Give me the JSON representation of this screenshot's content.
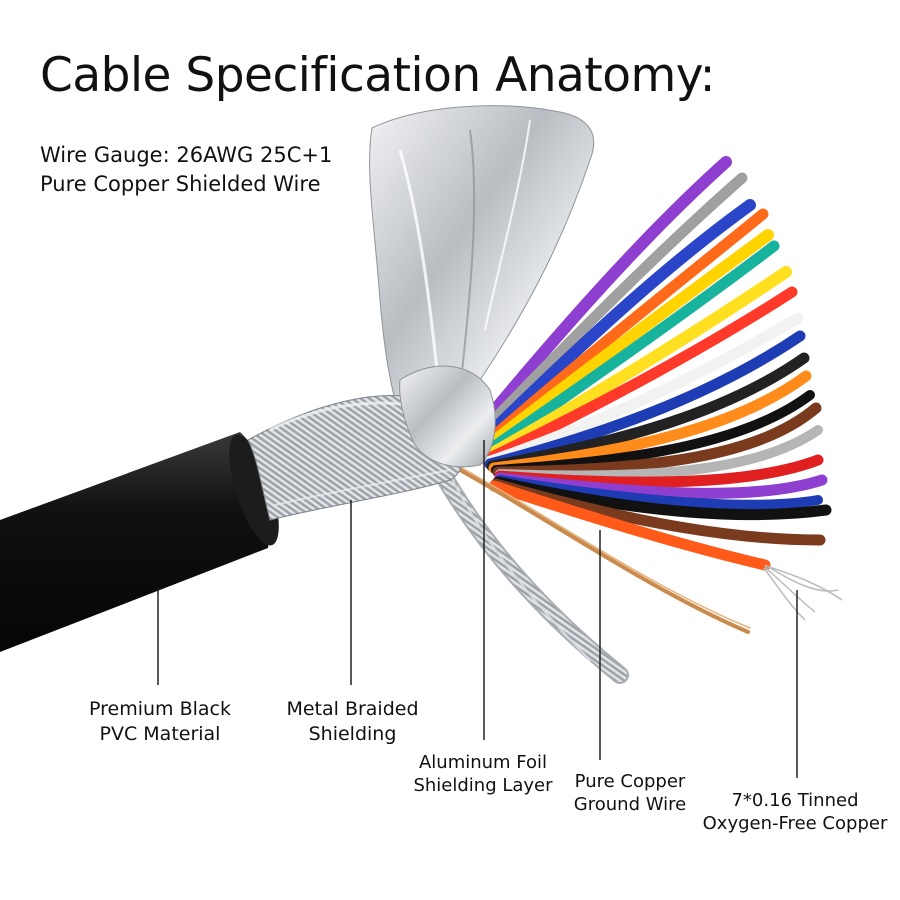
{
  "title": "Cable Specification Anatomy:",
  "spec_lines": [
    "Wire Gauge: 26AWG 25C+1",
    "Pure Copper Shielded Wire"
  ],
  "callouts": [
    {
      "id": "pvc",
      "lines": [
        "Premium Black",
        "PVC Material"
      ]
    },
    {
      "id": "braid",
      "lines": [
        "Metal Braided",
        "Shielding"
      ]
    },
    {
      "id": "foil",
      "lines": [
        "Aluminum Foil",
        "Shielding Layer"
      ]
    },
    {
      "id": "ground",
      "lines": [
        "Pure Copper",
        "Ground Wire"
      ]
    },
    {
      "id": "tinned",
      "lines": [
        "7*0.16 Tinned",
        "Oxygen-Free Copper"
      ]
    }
  ],
  "colors": {
    "jacket": "#111111",
    "braid": "#bfc3c8",
    "foil": "#d5d8dc",
    "copper": "#c98a4b",
    "leader_line": "#222222",
    "core_wires": [
      "#8e3fd0",
      "#a0a0a0",
      "#2a45c8",
      "#ff6a1a",
      "#ffd400",
      "#18b39c",
      "#ff3a2a",
      "#ffffff",
      "#222222",
      "#7a3a1e",
      "#e02020",
      "#ff8c1a",
      "#1e3cb4"
    ]
  }
}
